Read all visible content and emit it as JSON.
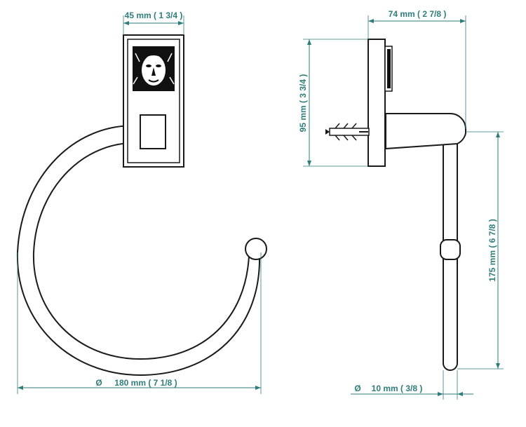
{
  "dimensions": {
    "plate_width": "45 mm ( 1 3/4 )",
    "ring_diameter": "180 mm ( 7 1/8 )",
    "diameter_symbol": "Ø",
    "depth": "74 mm ( 2 7/8 )",
    "plate_height": "95 mm ( 3 3/4 )",
    "ring_height": "175 mm ( 6 7/8 )",
    "rod_diameter": "10 mm ( 3/8 )"
  },
  "colors": {
    "dimension": "#2e7d7a",
    "outline": "#1a1a1a",
    "emblem": "#111111"
  },
  "icons": {
    "emblem": "lion-head-emblem-icon",
    "anchor": "wall-anchor-icon"
  }
}
